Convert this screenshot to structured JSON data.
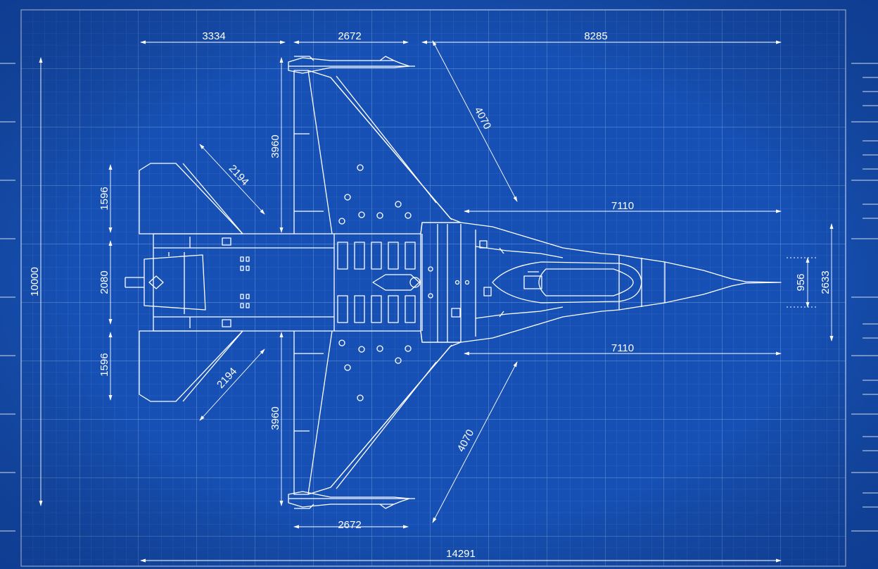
{
  "colors": {
    "paper": "#1650b4",
    "paper_dark": "#0e3f98",
    "grid_minor": "#4d7fd0",
    "grid_major": "#7fa6e4",
    "ink": "#ffffff"
  },
  "dimensions": {
    "top_left_span": "3334",
    "top_mid_span": "2672",
    "top_right_span": "8285",
    "wing_sweep_top": "4070",
    "wing_sweep_bottom": "4070",
    "stab_sweep_top": "2194",
    "stab_sweep_bottom": "2194",
    "wing_root_top": "3960",
    "wing_root_bottom": "3960",
    "nose_length_top": "7110",
    "nose_length_bottom": "7110",
    "stab_span_top": "1596",
    "stab_span_bottom": "1596",
    "fuselage_width": "2080",
    "total_span": "10000",
    "inlet_width": "956",
    "intake_span": "2633",
    "bottom_mid_span": "2672",
    "overall_length": "14291"
  }
}
